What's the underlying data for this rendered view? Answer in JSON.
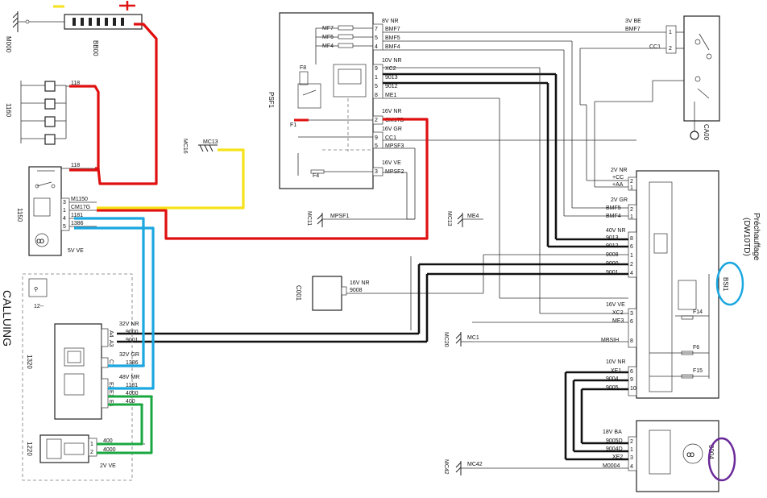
{
  "diagram": {
    "title": "Préchauffage",
    "subtitle": "(DW10TD)",
    "connectors": {
      "m000": "M000",
      "bb00": "BB00",
      "c1160": "1160",
      "c1150": "1150",
      "c1150_spec": "5V VE",
      "mc16": "MC16",
      "mc13": "MC13",
      "psf1": "PSF1",
      "mc11": "MC11",
      "mpsf1": "MPSF1",
      "mc13b": "MC13",
      "me4": "ME4",
      "c001": "C001",
      "c001_spec": "16V NR",
      "c001_wire": "9008",
      "c1320": "1320",
      "c1320_note": "12--",
      "c1220": "1220",
      "c1220_spec": "2V VE",
      "mc20": "MC20",
      "mc1": "MC1",
      "mc42": "MC42",
      "m0004a": "MC42",
      "ca00": "CA00",
      "bsi1": "BSI1",
      "c0004": "0004",
      "plus": "+",
      "minus": "-"
    },
    "fuses": {
      "mf7": "MF7",
      "mf5": "MF5",
      "mf4": "MF4",
      "f8": "F8",
      "f1": "F1",
      "f4": "F4",
      "f14": "F14",
      "f6": "F6",
      "f15": "F15"
    },
    "wires_1160": [
      "118",
      "118"
    ],
    "wires_1150": [
      "M1150",
      "CM17G",
      "1181",
      "1386"
    ],
    "pins_1150": [
      "3",
      "1",
      "4",
      "5"
    ],
    "psf1_groups": [
      {
        "spec": "8V NR",
        "wires": [
          "BMF7",
          "BMF5",
          "BMF4"
        ],
        "pins": [
          "7",
          "5",
          "4"
        ]
      },
      {
        "spec": "10V NR",
        "wires": [
          "XC2",
          "9013",
          "9012",
          "ME1"
        ],
        "pins": [
          "9",
          "1",
          "5",
          "8"
        ]
      },
      {
        "spec": "16V NR",
        "wires": [
          "CM17D"
        ],
        "pins": [
          "2"
        ]
      },
      {
        "spec": "16V GR",
        "wires": [
          "CC1",
          "MPSF3"
        ],
        "pins": [
          "9",
          "5"
        ]
      },
      {
        "spec": "16V VE",
        "wires": [
          "MPSF2"
        ],
        "pins": [
          "3"
        ]
      }
    ],
    "ca00_group": {
      "spec": "3V BE",
      "wires": [
        "BMF7",
        "CC1"
      ],
      "pins": [
        "1",
        "2"
      ]
    },
    "bsi1_groups": [
      {
        "spec": "2V NR",
        "wires": [
          "+CC",
          "+AA"
        ],
        "pins": [
          "2",
          "1"
        ]
      },
      {
        "spec": "2V GR",
        "wires": [
          "BMF5",
          "BMF4"
        ],
        "pins": [
          "2",
          "1"
        ]
      },
      {
        "spec": "40V NR",
        "wires": [
          "9013",
          "9012",
          "9008",
          "9000",
          "9001"
        ],
        "pins": [
          "8",
          "6",
          "1",
          "2",
          "4"
        ]
      },
      {
        "spec": "16V VE",
        "wires": [
          "XC2",
          "ME3",
          "MBSIH"
        ],
        "pins": [
          "3",
          "6",
          "8"
        ]
      },
      {
        "spec": "10V NR",
        "wires": [
          "XE1",
          "9004",
          "9005"
        ],
        "pins": [
          "6",
          "9",
          "10"
        ]
      }
    ],
    "c1320_groups": [
      {
        "spec": "32V NR",
        "wires": [
          "9000",
          "9001"
        ],
        "pins": [
          "A4",
          "A3"
        ]
      },
      {
        "spec": "32V GR",
        "wires": [
          "1386"
        ],
        "pins": [
          "C1"
        ]
      },
      {
        "spec": "48V MR",
        "wires": [
          "1181",
          "4000",
          "400"
        ],
        "pins": [
          "E2",
          "E1",
          "E4"
        ]
      }
    ],
    "c1220_wires": [
      "400",
      "4000"
    ],
    "c1220_pins": [
      "1",
      "2"
    ],
    "c0004_group": {
      "spec": "18V BA",
      "wires": [
        "9005D",
        "9004D",
        "XE2",
        "M0004"
      ],
      "pins": [
        "2",
        "1",
        "3",
        "4"
      ]
    },
    "handwritten": "CALLUING"
  },
  "annotation_colors": {
    "red": "#e01010",
    "yellow": "#f5e21a",
    "blue": "#1ba7e0",
    "green": "#19a840",
    "purple": "#6a2a9a",
    "cyan": "#1ba7e0"
  }
}
